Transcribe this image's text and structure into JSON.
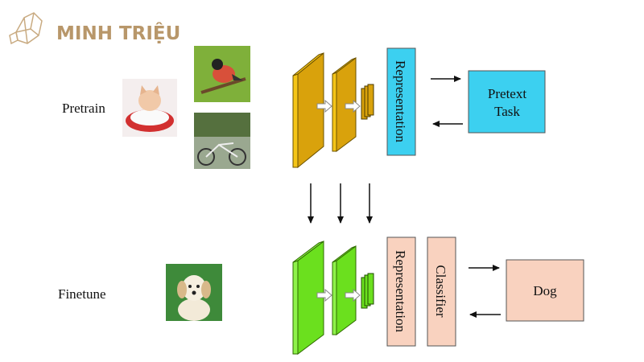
{
  "logo": {
    "text": "MINH TRIỆU",
    "color": "#b8976a"
  },
  "pretrain": {
    "label": "Pretrain",
    "images": [
      "cat-image",
      "bird-image",
      "bicycle-image"
    ],
    "representation_label": "Representation",
    "task_label_line1": "Pretext",
    "task_label_line2": "Task",
    "layer_color": "#e0a800",
    "box_color": "#3cd0f0"
  },
  "finetune": {
    "label": "Finetune",
    "images": [
      "puppy-image"
    ],
    "representation_label": "Representation",
    "classifier_label": "Classifier",
    "output_label": "Dog",
    "layer_color": "#6be01e",
    "box_color": "#f9d2bf"
  }
}
